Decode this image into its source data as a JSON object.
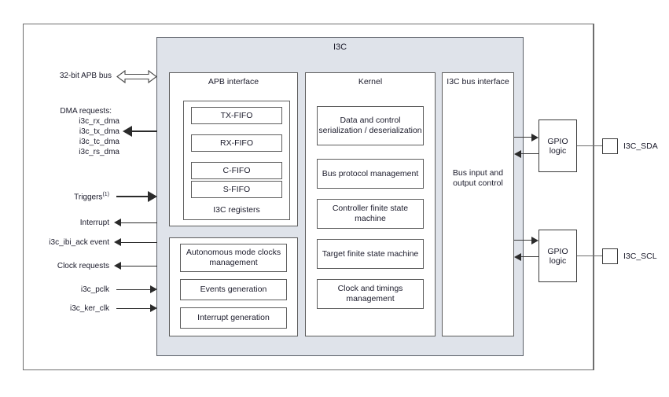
{
  "diagram": {
    "title": "I3C",
    "main_panel_label": "I3C",
    "columns": {
      "apb": {
        "title": "APB interface",
        "registers_label": "I3C registers",
        "fifos": [
          "TX-FIFO",
          "RX-FIFO",
          "C-FIFO",
          "S-FIFO"
        ]
      },
      "autonomous": {
        "blocks": [
          "Autonomous mode clocks management",
          "Events generation",
          "Interrupt generation"
        ]
      },
      "kernel": {
        "title": "Kernel",
        "blocks": [
          "Data and control serialization / deserialization",
          "Bus protocol management",
          "Controller finite state machine",
          "Target finite state machine",
          "Clock and timings management"
        ]
      },
      "bus_interface": {
        "title": "I3C bus interface",
        "body": "Bus input and output control"
      }
    },
    "left_signals": [
      {
        "label": "32-bit APB bus",
        "direction": "bidirectional"
      },
      {
        "label": "DMA requests:",
        "direction": "out"
      },
      {
        "label": "i3c_rx_dma",
        "direction": "out"
      },
      {
        "label": "i3c_tx_dma",
        "direction": "out"
      },
      {
        "label": "i3c_tc_dma",
        "direction": "out"
      },
      {
        "label": "i3c_rs_dma",
        "direction": "out"
      },
      {
        "label": "Triggers",
        "footnote": "(1)",
        "direction": "in"
      },
      {
        "label": "Interrupt",
        "direction": "out"
      },
      {
        "label": "i3c_ibi_ack event",
        "direction": "out"
      },
      {
        "label": "Clock requests",
        "direction": "out"
      },
      {
        "label": "i3c_pclk",
        "direction": "in"
      },
      {
        "label": "i3c_ker_clk",
        "direction": "in"
      }
    ],
    "gpio": {
      "label_line1": "GPIO",
      "label_line2": "logic"
    },
    "pins": [
      {
        "name": "I3C_SDA"
      },
      {
        "name": "I3C_SCL"
      }
    ],
    "colors": {
      "panel_fill": "#dfe3ea",
      "frame_stroke": "#6e6e6e",
      "box_stroke": "#5d5d5d",
      "text": "#1b1b2b",
      "background": "#ffffff"
    }
  }
}
